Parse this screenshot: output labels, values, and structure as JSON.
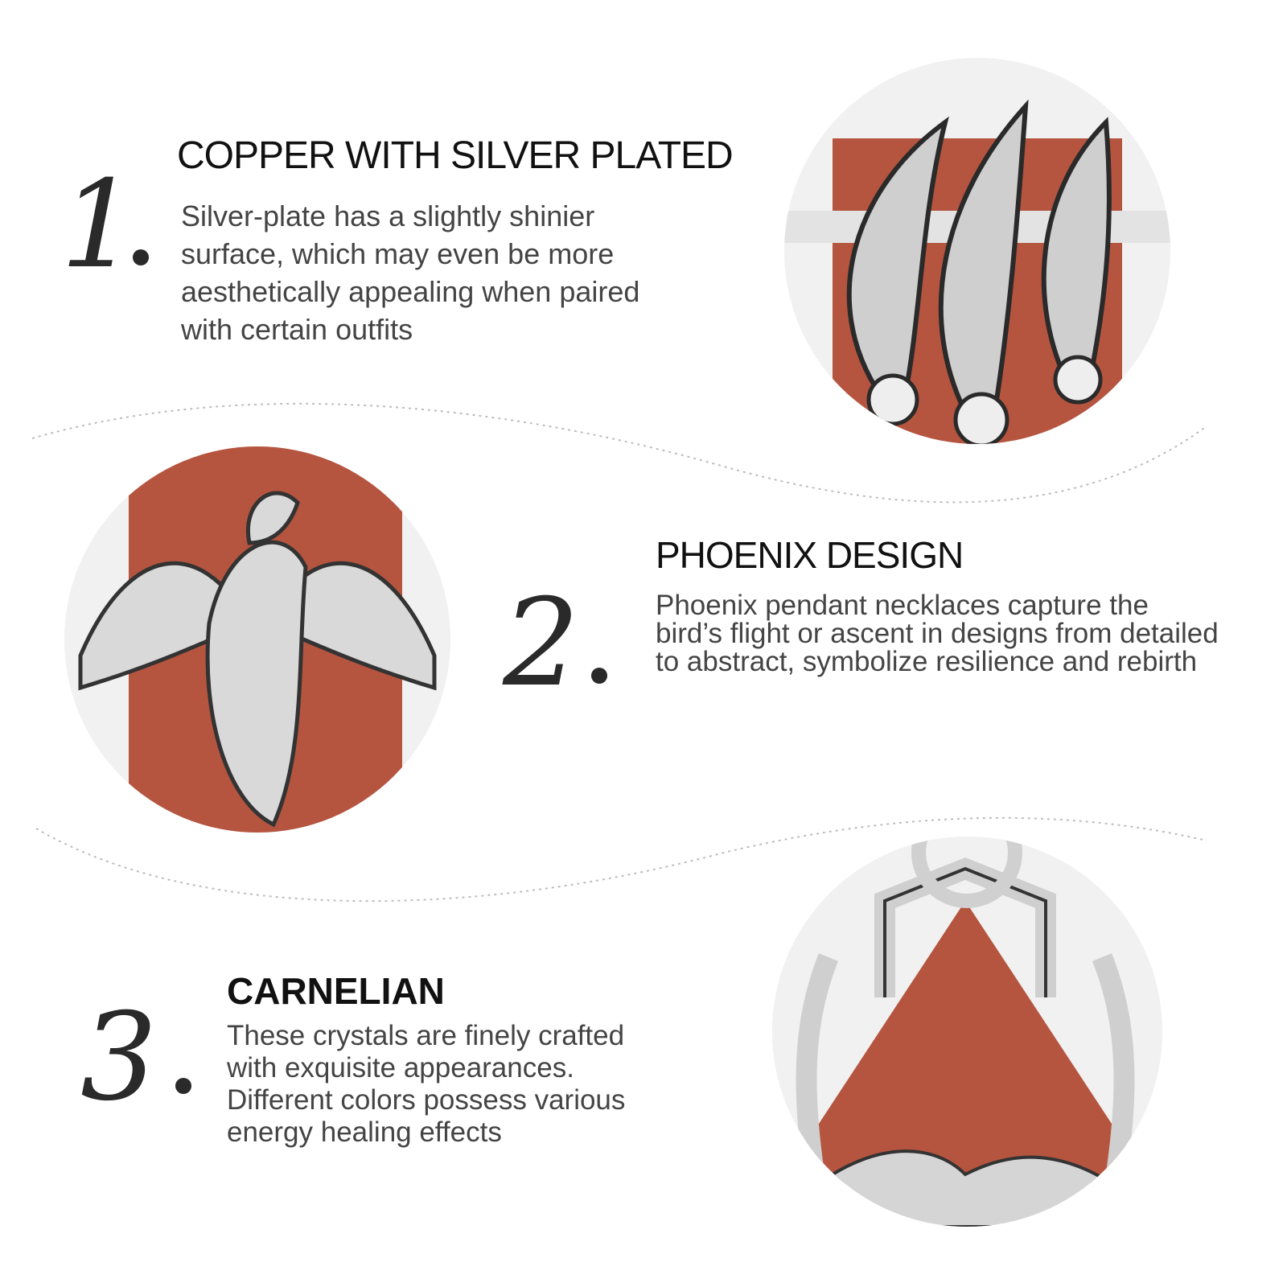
{
  "sections": [
    {
      "number": "1",
      "title": "COPPER WITH SILVER PLATED",
      "description": "Silver-plate has a slightly shinier surface, which may even be more aesthetically appealing when paired with certain outfits",
      "image_icon": "feather-ring-image"
    },
    {
      "number": "2",
      "title": "PHOENIX DESIGN",
      "description": "Phoenix pendant necklaces capture the bird’s flight or ascent in designs from detailed to abstract, symbolize resilience and rebirth",
      "image_icon": "phoenix-pendant-image"
    },
    {
      "number": "3",
      "title": "CARNELIAN",
      "description": "These crystals are finely crafted with exquisite appearances. Different colors possess various energy healing effects",
      "image_icon": "carnelian-stone-image"
    }
  ],
  "colors": {
    "stone": "#b5553f",
    "silver": "#d8d8d8",
    "text": "#444444",
    "divider": "#bdbdbd"
  }
}
